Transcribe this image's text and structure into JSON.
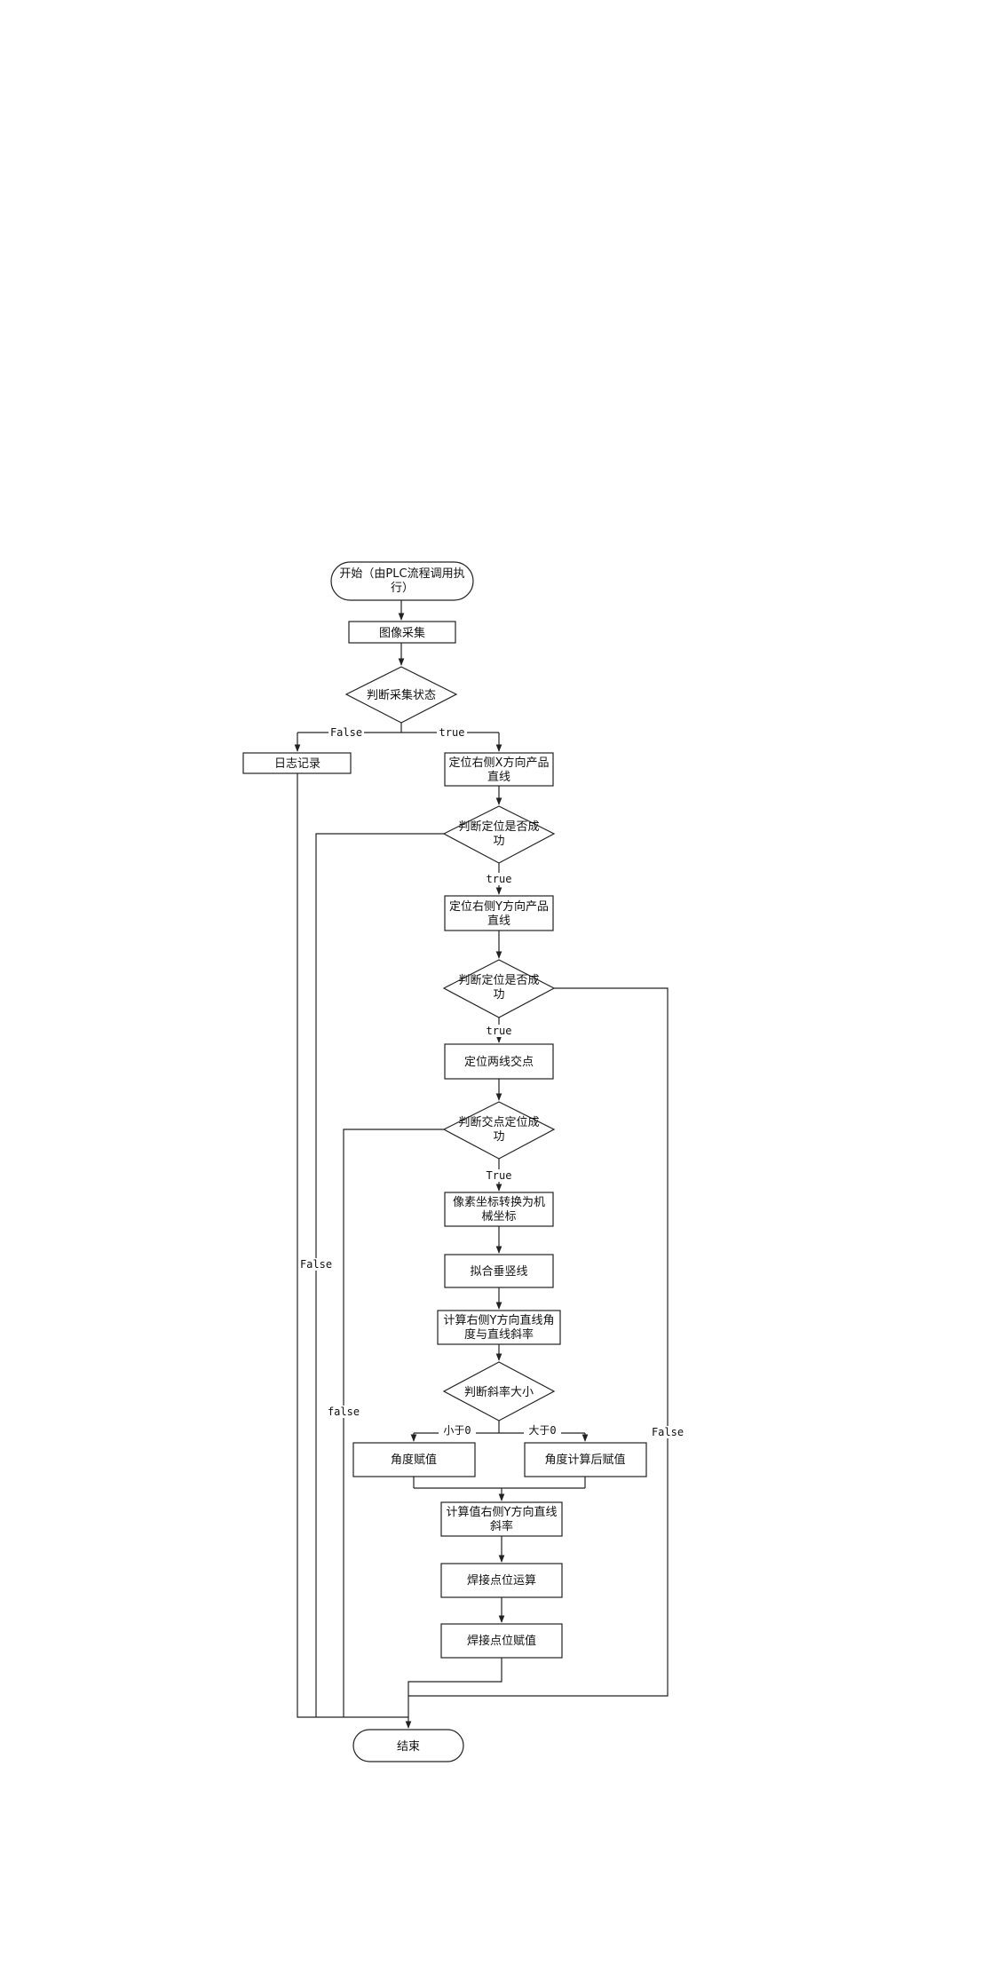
{
  "flowchart": {
    "nodes": {
      "start": [
        "开始（由PLC流程调用执",
        "行）"
      ],
      "capture": [
        "图像采集"
      ],
      "check_capture": [
        "判断采集状态"
      ],
      "log": [
        "日志记录"
      ],
      "locate_x": [
        "定位右侧X方向产品",
        "直线"
      ],
      "check_x": [
        "判断定位是否成",
        "功"
      ],
      "locate_y": [
        "定位右侧Y方向产品",
        "直线"
      ],
      "check_y": [
        "判断定位是否成",
        "功"
      ],
      "intersect": [
        "定位两线交点"
      ],
      "check_intersect": [
        "判断交点定位成",
        "功"
      ],
      "convert": [
        "像素坐标转换为机",
        "械坐标"
      ],
      "fit": [
        "拟合垂竖线"
      ],
      "calc_angle": [
        "计算右侧Y方向直线角",
        "度与直线斜率"
      ],
      "check_slope": [
        "判断斜率大小"
      ],
      "assign_angle": [
        "角度赋值"
      ],
      "calc_assign": [
        "角度计算后赋值"
      ],
      "calc_slope": [
        "计算值右侧Y方向直线",
        "斜率"
      ],
      "weld_calc": [
        "焊接点位运算"
      ],
      "weld_assign": [
        "焊接点位赋值"
      ],
      "end": [
        "结束"
      ]
    },
    "edge_labels": {
      "capture_false": "False",
      "capture_true": "true",
      "x_true": "true",
      "x_false": "False",
      "y_true": "true",
      "y_false": "False",
      "intersect_true": "True",
      "intersect_false": "false",
      "slope_lt": "小于0",
      "slope_gt": "大于0"
    }
  }
}
